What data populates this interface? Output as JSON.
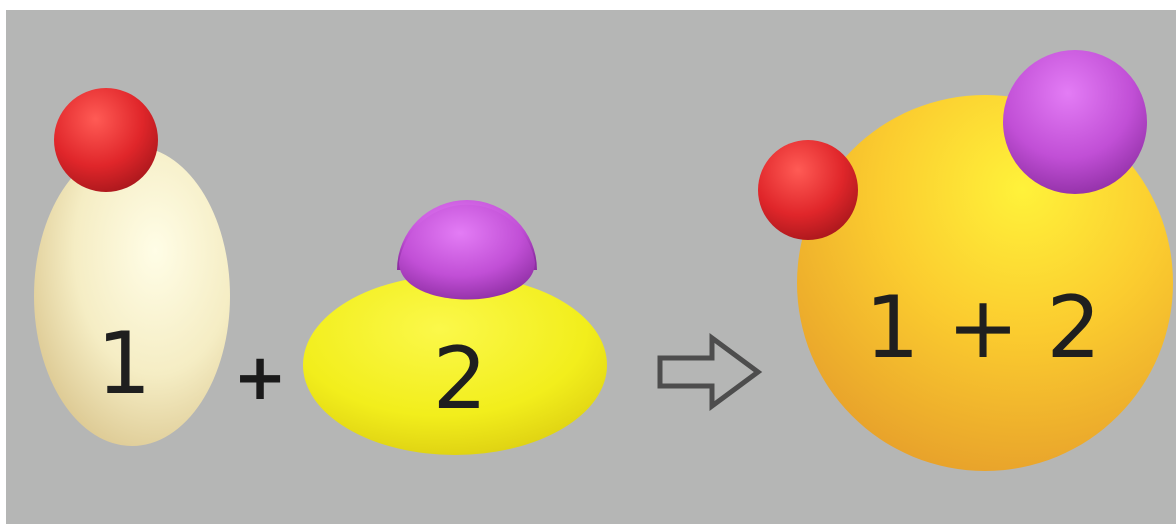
{
  "labels": {
    "body1": "1",
    "plus": "+",
    "body2": "2",
    "result": "1 + 2"
  },
  "colors": {
    "background": "#b5b6b5",
    "body1": "#f5edc4",
    "body2": "#f2ee1c",
    "result": "#f5b73a",
    "red_sphere": "#e0262a",
    "purple_sphere": "#c14fd6",
    "arrow_stroke": "#4d4d4d"
  },
  "icons": {
    "arrow": "hollow-right-arrow-icon"
  }
}
